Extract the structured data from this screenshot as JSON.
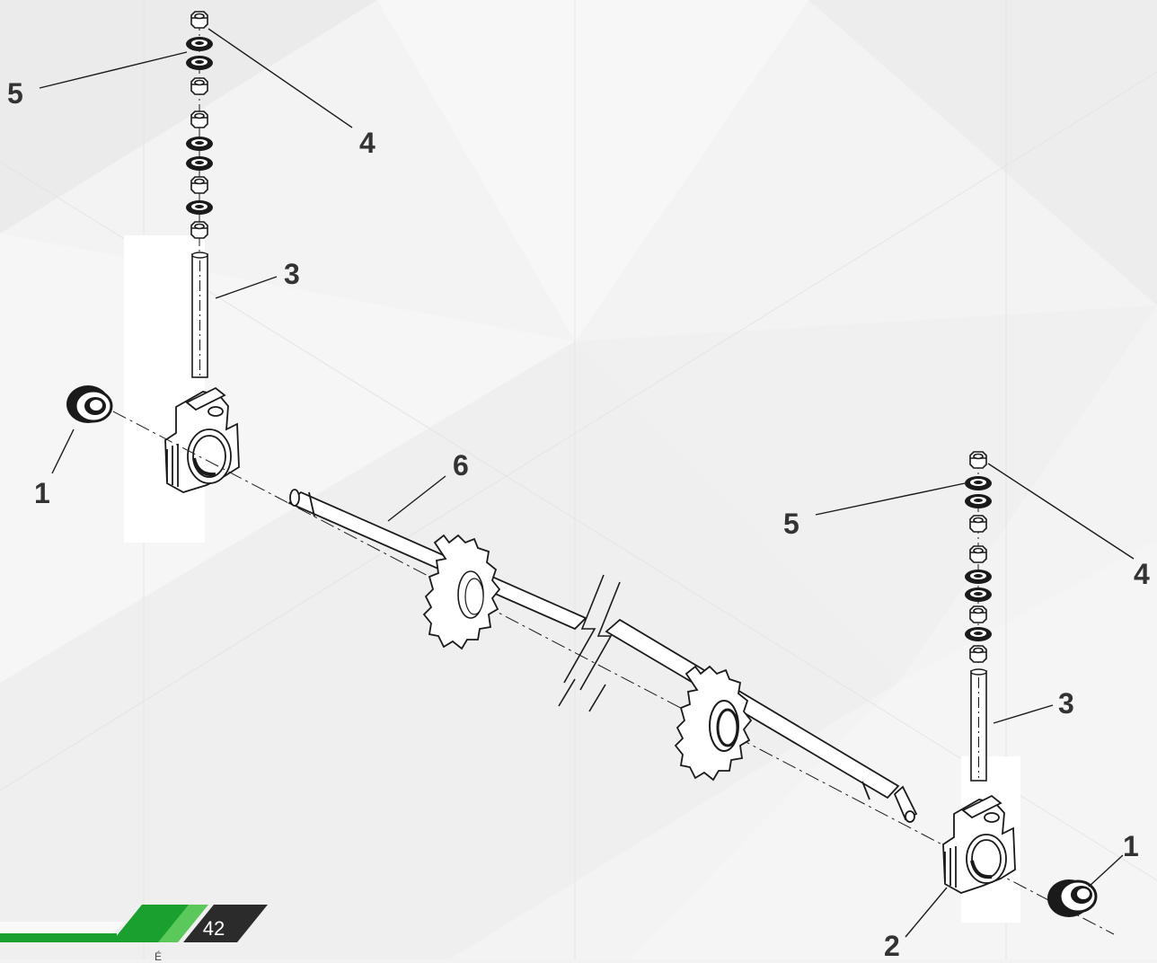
{
  "colors": {
    "background": "#f2f2f2",
    "line": "#1a1a1a",
    "callout": "#333333",
    "footer_green": "#1aa02e",
    "footer_dark": "#2b2b2b"
  },
  "callouts": {
    "top_left": {
      "nut_washer_stack_label": "5",
      "nut_label": "4",
      "rod_label": "3",
      "bearing_insert_label": "1"
    },
    "shaft_label": "6",
    "bottom_right": {
      "nut_washer_stack_label": "5",
      "nut_label": "4",
      "rod_label": "3",
      "bearing_insert_label": "1",
      "bearing_housing_label": "2"
    }
  },
  "footer": {
    "page_number": "42",
    "text": "É"
  },
  "icons": {
    "nut": "hex-nut-icon",
    "washer": "washer-icon",
    "sprocket": "sprocket-icon",
    "bearing": "bearing-icon"
  }
}
